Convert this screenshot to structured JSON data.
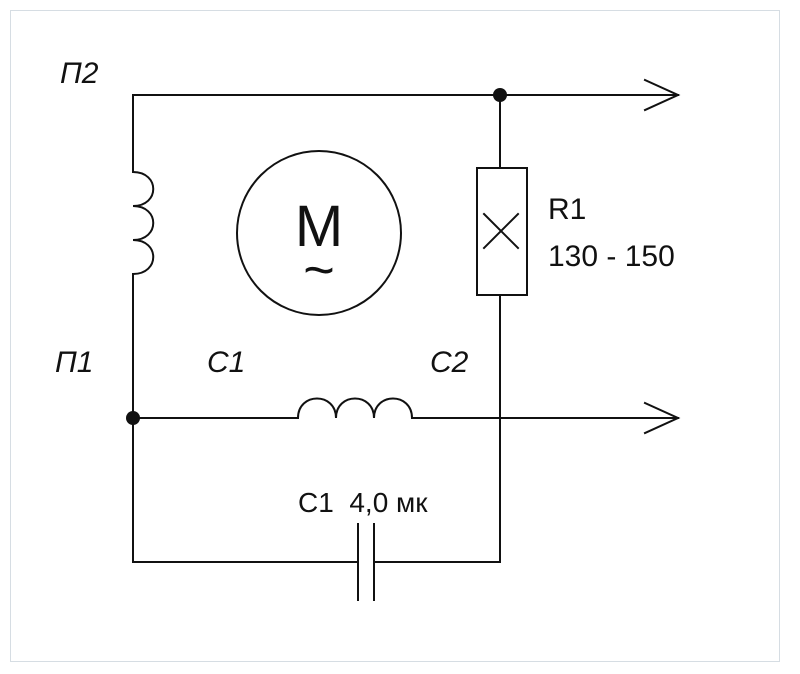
{
  "labels": {
    "p2": "П2",
    "p1": "П1",
    "c1_winding": "C1",
    "c2_winding": "C2",
    "motor_letter": "M",
    "motor_tilde": "~",
    "r1_name": "R1",
    "r1_value": "130 - 150",
    "capacitor": "C1  4,0 мк"
  },
  "colors": {
    "wire": "#111111",
    "background": "#ffffff",
    "frame_border": "#d6dde3"
  },
  "icons": {
    "motor": "motor-circle-icon",
    "resistor": "resistor-box-icon",
    "capacitor": "capacitor-icon",
    "inductor": "coil-icon",
    "arrow": "arrow-right-icon"
  }
}
